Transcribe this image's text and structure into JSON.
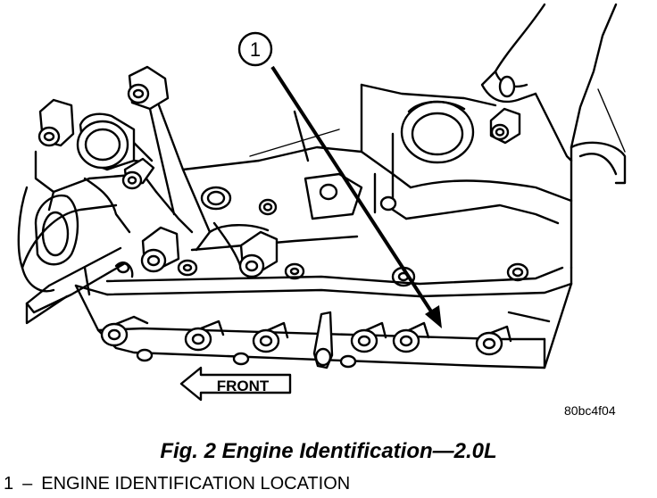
{
  "diagram": {
    "callout_number": "1",
    "front_label": "FRONT",
    "image_code": "80bc4f04"
  },
  "caption": "Fig. 2 Engine Identification—2.0L",
  "legend": {
    "number": "1",
    "dash": "–",
    "text": "ENGINE IDENTIFICATION LOCATION"
  }
}
